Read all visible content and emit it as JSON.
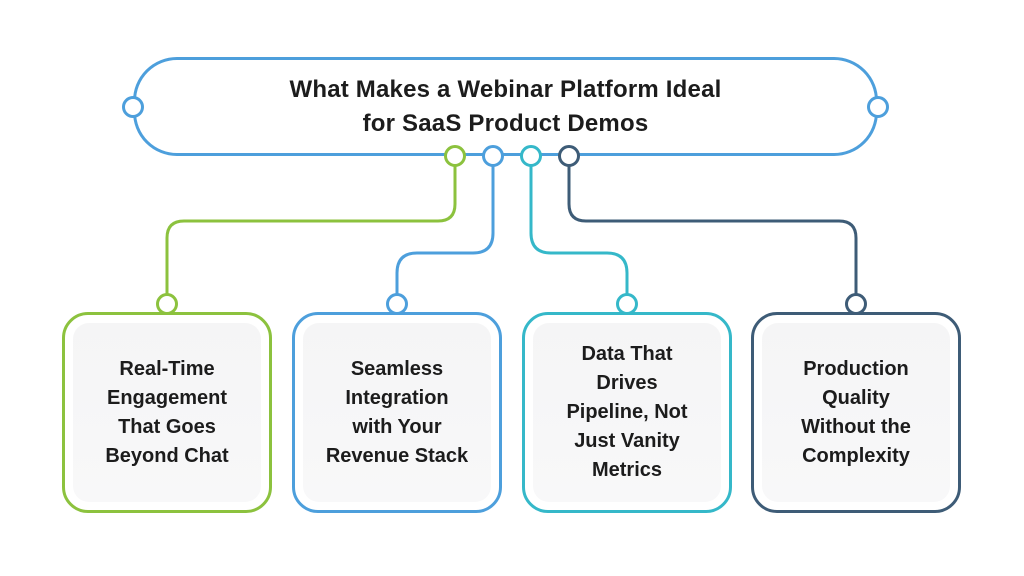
{
  "header": {
    "title": "What Makes a Webinar Platform Ideal\nfor SaaS Product Demos"
  },
  "nodes": [
    {
      "id": "real-time-engagement",
      "label": "Real-Time\nEngagement\nThat Goes\nBeyond Chat",
      "color": "#8cc23e"
    },
    {
      "id": "seamless-integration",
      "label": "Seamless\nIntegration\nwith Your\nRevenue Stack",
      "color": "#4d9fdc"
    },
    {
      "id": "data-drives-pipeline",
      "label": "Data That\nDrives\nPipeline, Not\nJust Vanity\nMetrics",
      "color": "#35b8c9"
    },
    {
      "id": "production-quality",
      "label": "Production\nQuality\nWithout the\nComplexity",
      "color": "#3e5c77"
    }
  ],
  "palette": {
    "header_border": "#4d9fdc",
    "green": "#8cc23e",
    "blue": "#4d9fdc",
    "teal": "#35b8c9",
    "dark_slate": "#3e5c77",
    "text": "#1c1c1c",
    "panel_fill": "#f7f7f8",
    "background": "#ffffff"
  }
}
